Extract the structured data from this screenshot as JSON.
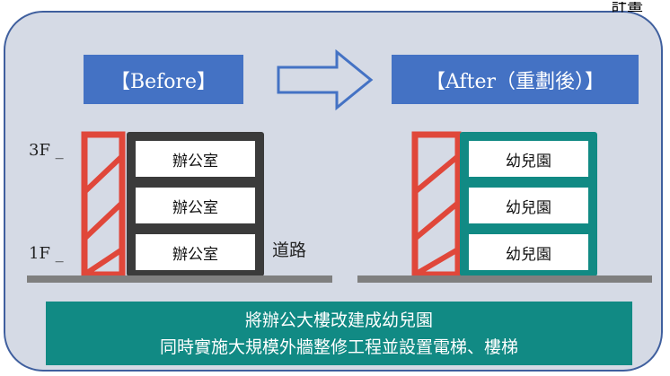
{
  "corner_text": "計畫",
  "before_banner": "【Before】",
  "after_banner": "【After（重劃後）】",
  "floor_labels": {
    "top": "3F _",
    "bottom": "1F _"
  },
  "before_rooms": [
    "辦公室",
    "辦公室",
    "辦公室"
  ],
  "after_rooms": [
    "幼兒園",
    "幼兒園",
    "幼兒園"
  ],
  "road_label": "道路",
  "summary": {
    "line1": "將辦公大樓改建成幼兒園",
    "line2": "同時實施大規模外牆整修工程並設置電梯、樓梯"
  },
  "colors": {
    "banner": "#4472c4",
    "panel_bg": "#d5dae5",
    "panel_border": "#3f5f9e",
    "hatch": "#e0473a",
    "before_frame": "#3b3b3b",
    "after_frame": "#118a84",
    "summary_bg": "#118a84",
    "road": "#7f7f7f"
  }
}
